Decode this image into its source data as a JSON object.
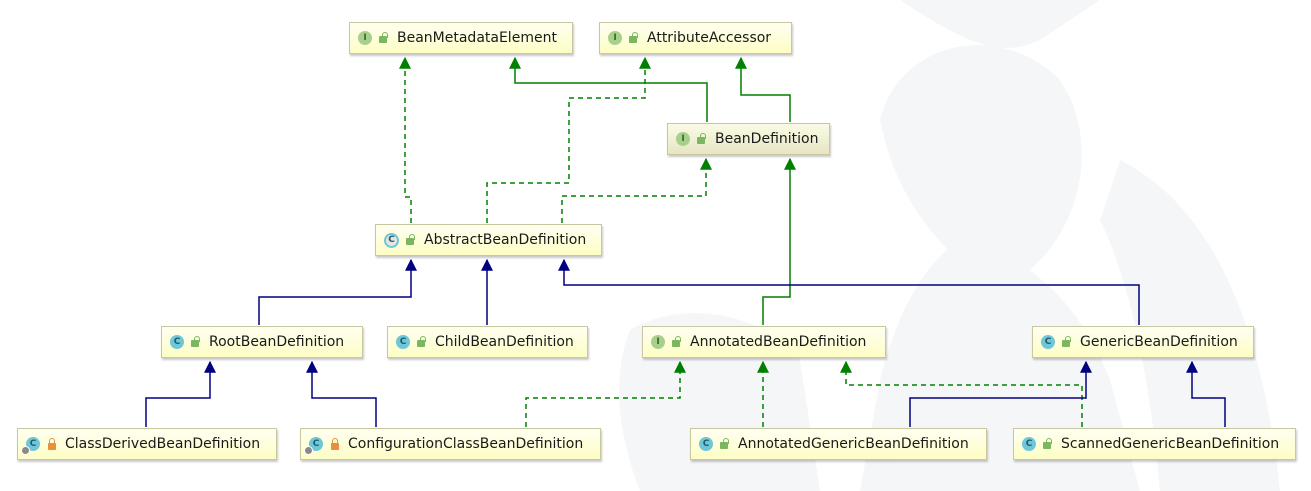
{
  "colors": {
    "extends": "#000080",
    "implements": "#008000",
    "node_fill": "#fdfdc4"
  },
  "nodes": {
    "bean_metadata_element": {
      "label": "BeanMetadataElement",
      "kind": "I",
      "icon": "interface-icon"
    },
    "attribute_accessor": {
      "label": "AttributeAccessor",
      "kind": "I",
      "icon": "interface-icon"
    },
    "bean_definition": {
      "label": "BeanDefinition",
      "kind": "I",
      "icon": "interface-icon"
    },
    "abstract_bean_definition": {
      "label": "AbstractBeanDefinition",
      "kind": "C",
      "icon": "abstract-class-icon"
    },
    "root_bean_definition": {
      "label": "RootBeanDefinition",
      "kind": "C",
      "icon": "class-icon"
    },
    "child_bean_definition": {
      "label": "ChildBeanDefinition",
      "kind": "C",
      "icon": "class-icon"
    },
    "annotated_bean_definition": {
      "label": "AnnotatedBeanDefinition",
      "kind": "I",
      "icon": "interface-icon"
    },
    "generic_bean_definition": {
      "label": "GenericBeanDefinition",
      "kind": "C",
      "icon": "class-icon"
    },
    "class_derived_bean_definition": {
      "label": "ClassDerivedBeanDefinition",
      "kind": "C",
      "icon": "inner-class-icon"
    },
    "configuration_class_bean_definition": {
      "label": "ConfigurationClassBeanDefinition",
      "kind": "C",
      "icon": "inner-class-icon"
    },
    "annotated_generic_bean_definition": {
      "label": "AnnotatedGenericBeanDefinition",
      "kind": "C",
      "icon": "class-icon"
    },
    "scanned_generic_bean_definition": {
      "label": "ScannedGenericBeanDefinition",
      "kind": "C",
      "icon": "class-icon"
    }
  }
}
